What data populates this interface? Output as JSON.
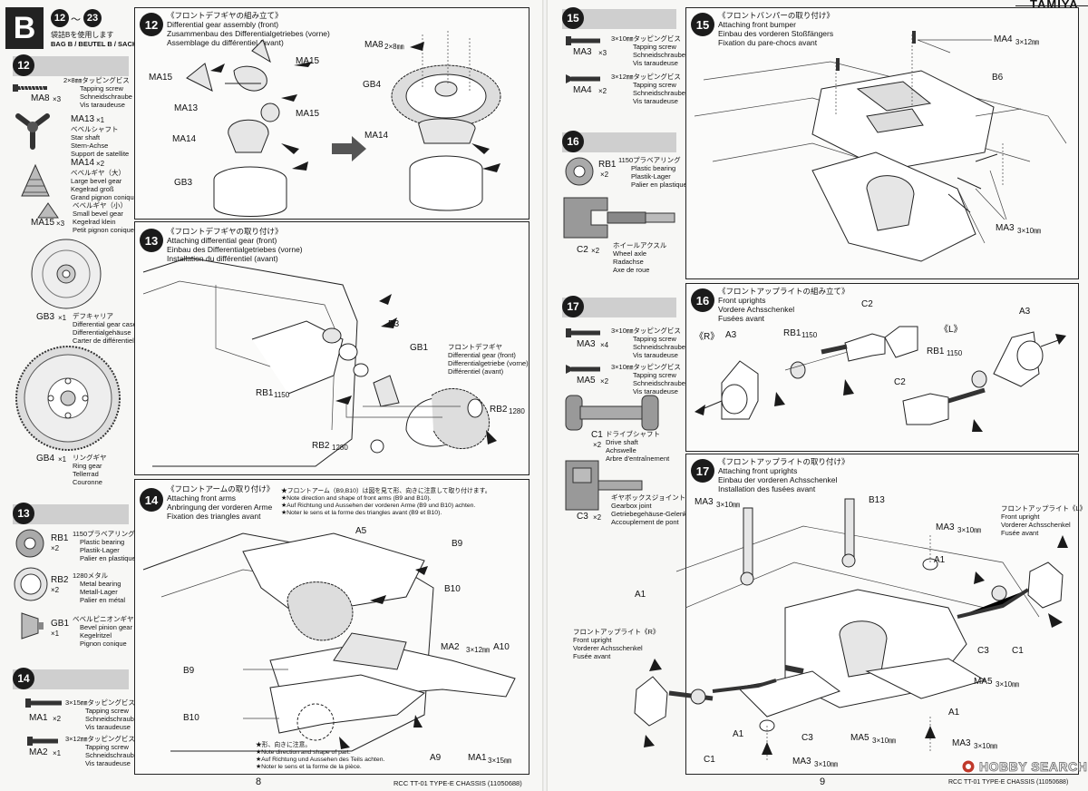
{
  "brand": "TAMIYA",
  "left_page": {
    "number": "8",
    "footer": "RCC TT-01 TYPE-E CHASSIS (11050688)",
    "bag": {
      "letter": "B",
      "range_start": "12",
      "range_sep": "〜",
      "range_end": "23",
      "jp": "袋詰Bを使用します",
      "en": "BAG B / BEUTEL B / SACHET B"
    },
    "parts_sidebar": [
      {
        "step": "12",
        "parts": [
          {
            "code": "MA8",
            "qty": "×3",
            "jp": "2×8㎜タッピングビス",
            "en": [
              "Tapping screw",
              "Schneidschraube",
              "Vis taraudeuse"
            ]
          },
          {
            "code": "MA13",
            "qty": "×1",
            "jp": "ベベルシャフト",
            "en": [
              "Star shaft",
              "Stern-Achse",
              "Support de satellite"
            ]
          },
          {
            "code": "MA14",
            "qty": "×2",
            "jp": "ベベルギヤ（大）",
            "en": [
              "Large bevel gear",
              "Kegelrad groß",
              "Grand pignon conique"
            ]
          },
          {
            "code": "MA15",
            "qty": "×3",
            "jp": "ベベルギヤ（小）",
            "en": [
              "Small bevel gear",
              "Kegelrad klein",
              "Petit pignon conique"
            ]
          },
          {
            "code": "GB3",
            "qty": "×1",
            "jp": "デフキャリア",
            "en": [
              "Differential gear case",
              "Differentialgehäuse",
              "Carter de différentiel"
            ]
          },
          {
            "code": "GB4",
            "qty": "×1",
            "jp": "リングギヤ",
            "en": [
              "Ring gear",
              "Tellerrad",
              "Couronne"
            ]
          }
        ]
      },
      {
        "step": "13",
        "parts": [
          {
            "code": "RB1",
            "qty": "×2",
            "jp": "1150プラベアリング",
            "en": [
              "Plastic bearing",
              "Plastik-Lager",
              "Palier en plastique"
            ]
          },
          {
            "code": "RB2",
            "qty": "×2",
            "jp": "1280メタル",
            "en": [
              "Metal bearing",
              "Metall-Lager",
              "Palier en métal"
            ]
          },
          {
            "code": "GB1",
            "qty": "×1",
            "jp": "ベベルピニオンギヤ",
            "en": [
              "Bevel pinion gear",
              "Kegelritzel",
              "Pignon conique"
            ]
          }
        ]
      },
      {
        "step": "14",
        "parts": [
          {
            "code": "MA1",
            "qty": "×2",
            "jp": "3×15㎜タッピングビス",
            "en": [
              "Tapping screw",
              "Schneidschraube",
              "Vis taraudeuse"
            ]
          },
          {
            "code": "MA2",
            "qty": "×1",
            "jp": "3×12㎜タッピングビス",
            "en": [
              "Tapping screw",
              "Schneidschraube",
              "Vis taraudeuse"
            ]
          }
        ]
      }
    ],
    "steps": [
      {
        "num": "12",
        "jp": "《フロントデフギヤの組み立て》",
        "en": [
          "Differential gear assembly (front)",
          "Zusammenbau des Differentialgetriebes (vorne)",
          "Assemblage du différentiel (avant)"
        ],
        "labels": [
          "MA15",
          "MA15",
          "MA13",
          "MA15",
          "MA14",
          "GB3",
          "MA8",
          "2×8㎜",
          "GB4",
          "MA14"
        ]
      },
      {
        "num": "13",
        "jp": "《フロントデフギヤの取り付け》",
        "en": [
          "Attaching differential gear (front)",
          "Einbau des Differentialgetriebes (vorne)",
          "Installation du différentiel (avant)"
        ],
        "labels": [
          "P3",
          "GB1",
          "RB1",
          "1150",
          "RB2",
          "1280",
          "RB2",
          "1280"
        ],
        "callout": {
          "jp": "フロントデフギヤ",
          "en": [
            "Differential gear (front)",
            "Differentialgetriebe (vorne)",
            "Différentiel (avant)"
          ]
        }
      },
      {
        "num": "14",
        "jp": "《フロントアームの取り付け》",
        "en": [
          "Attaching front arms",
          "Anbringung der vorderen Arme",
          "Fixation des triangles avant"
        ],
        "notes": [
          "★フロントアーム（B9,B10）は図を見て形、向きに注意して取り付けます。",
          "★Note direction and shape of front arms (B9 and B10).",
          "★Auf Richtung und Aussehen der vorderen Arme (B9 und B10) achten.",
          "★Noter le sens et la forme des triangles avant (B9 et B10)."
        ],
        "labels": [
          "A5",
          "B9",
          "B10",
          "MA2",
          "3×12㎜",
          "A10",
          "B9",
          "B10",
          "A9",
          "MA1",
          "3×15㎜"
        ],
        "part_note": [
          "★形、向きに注意。",
          "★Note direction and shape of part.",
          "★Auf Richtung und Aussehen des Teils achten.",
          "★Noter le sens et la forme de la pièce."
        ]
      }
    ]
  },
  "right_page": {
    "number": "9",
    "footer": "RCC TT-01 TYPE-E CHASSIS (11050688)",
    "watermark": "HOBBY SEARCH",
    "parts_sidebar": [
      {
        "step": "15",
        "parts": [
          {
            "code": "MA3",
            "qty": "×3",
            "jp": "3×10㎜タッピングビス",
            "en": [
              "Tapping screw",
              "Schneidschraube",
              "Vis taraudeuse"
            ]
          },
          {
            "code": "MA4",
            "qty": "×2",
            "jp": "3×12㎜タッピングビス",
            "en": [
              "Tapping screw",
              "Schneidschraube",
              "Vis taraudeuse"
            ]
          }
        ]
      },
      {
        "step": "16",
        "parts": [
          {
            "code": "RB1",
            "qty": "×2",
            "jp": "1150プラベアリング",
            "en": [
              "Plastic bearing",
              "Plastik-Lager",
              "Palier en plastique"
            ]
          },
          {
            "code": "C2",
            "qty": "×2",
            "jp": "ホイールアクスル",
            "en": [
              "Wheel axle",
              "Radachse",
              "Axe de roue"
            ]
          }
        ]
      },
      {
        "step": "17",
        "parts": [
          {
            "code": "MA3",
            "qty": "×4",
            "jp": "3×10㎜タッピングビス",
            "en": [
              "Tapping screw",
              "Schneidschraube",
              "Vis taraudeuse"
            ]
          },
          {
            "code": "MA5",
            "qty": "×2",
            "jp": "3×10㎜タッピングビス",
            "en": [
              "Tapping screw",
              "Schneidschraube",
              "Vis taraudeuse"
            ]
          },
          {
            "code": "C1",
            "qty": "×2",
            "jp": "ドライブシャフト",
            "en": [
              "Drive shaft",
              "Achswelle",
              "Arbre d'entraînement"
            ]
          },
          {
            "code": "C3",
            "qty": "×2",
            "jp": "ギヤボックスジョイント",
            "en": [
              "Gearbox joint",
              "Getriebegehäuse-Gelenk",
              "Accouplement de pont"
            ]
          }
        ]
      }
    ],
    "steps": [
      {
        "num": "15",
        "jp": "《フロントバンパーの取り付け》",
        "en": [
          "Attaching front bumper",
          "Einbau des vorderen Stoßfängers",
          "Fixation du pare-chocs avant"
        ],
        "labels": [
          "MA4",
          "3×12㎜",
          "B6",
          "MA3",
          "3×10㎜"
        ]
      },
      {
        "num": "16",
        "jp": "《フロントアップライトの組み立て》",
        "en": [
          "Front uprights",
          "Vordere Achsschenkel",
          "Fusées avant"
        ],
        "labels": [
          "《R》",
          "A3",
          "RB1",
          "1150",
          "C2",
          "《L》",
          "A3",
          "RB1",
          "1150",
          "C2"
        ]
      },
      {
        "num": "17",
        "jp": "《フロントアップライトの取り付け》",
        "en": [
          "Attaching front uprights",
          "Einbau der vorderen Achsschenkel",
          "Installation des fusées avant"
        ],
        "labels": [
          "MA3",
          "3×10㎜",
          "B13",
          "MA3",
          "3×10㎜",
          "A1",
          "A1",
          "C3",
          "C1",
          "MA5",
          "3×10㎜",
          "A1",
          "C3",
          "MA5",
          "3×10㎜",
          "A1",
          "MA3",
          "3×10㎜",
          "MA3",
          "3×10㎜",
          "C1"
        ],
        "callout_l": {
          "jp": "フロントアップライト《L》",
          "en": [
            "Front upright",
            "Vorderer Achsschenkel",
            "Fusée avant"
          ]
        },
        "callout_r": {
          "jp": "フロントアップライト《R》",
          "en": [
            "Front upright",
            "Vorderer Achsschenkel",
            "Fusée avant"
          ]
        }
      }
    ]
  }
}
